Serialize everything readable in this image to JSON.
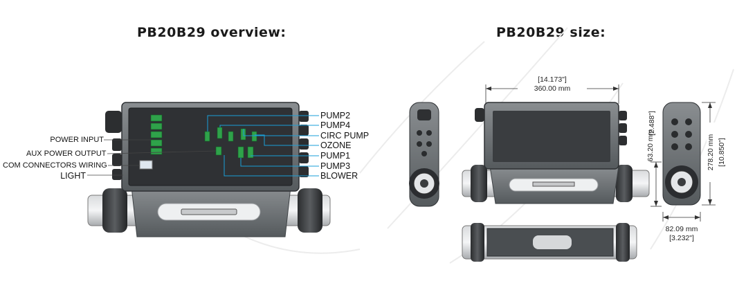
{
  "titles": {
    "overview": "PB20B29 overview:",
    "size": "PB20B29 size:"
  },
  "left_labels": {
    "power_input": "POWER INPUT",
    "aux_power_output": "AUX POWER OUTPUT",
    "com_connectors_wiring": "COM CONNECTORS WIRING",
    "light": "LIGHT"
  },
  "right_labels": {
    "pump2": "PUMP2",
    "pump4": "PUMP4",
    "circ_pump": "CIRC PUMP",
    "ozone": "OZONE",
    "pump1": "PUMP1",
    "pump3": "PUMP3",
    "blower": "BLOWER"
  },
  "dimensions": {
    "width_in": "[14.173\"]",
    "width_mm": "360.00 mm",
    "height_mm": "63.20 mm",
    "height_in": "[2.488\"]",
    "depth_mm": "278.20 mm",
    "depth_in": "[10.850\"]",
    "side_mm": "82.09 mm",
    "side_in": "[3.232\"]"
  },
  "colors": {
    "accent_line": "#1a9fd8",
    "housing": "#6f7376",
    "housing_dark": "#3c3f42",
    "panel": "#2e3033",
    "connector": "#2fa24a"
  }
}
